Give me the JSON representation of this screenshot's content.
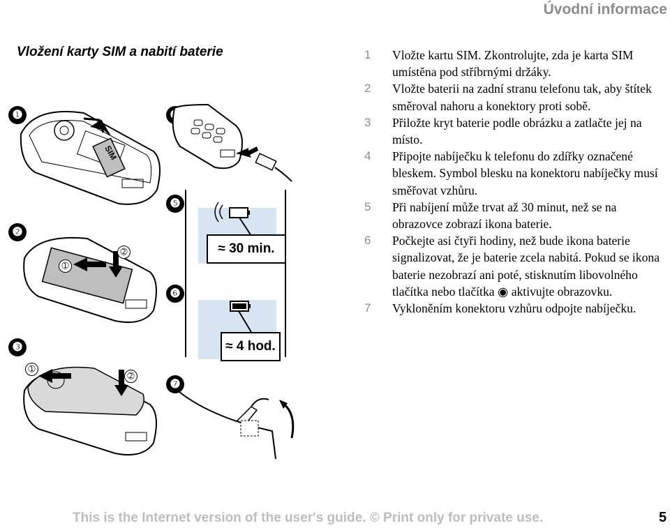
{
  "header": {
    "chapter_title": "Úvodní informace"
  },
  "section": {
    "title": "Vložení karty SIM a nabití baterie"
  },
  "steps": [
    {
      "num": "1",
      "text": "Vložte kartu SIM. Zkontrolujte, zda je karta SIM umístěna pod stříbrnými držáky."
    },
    {
      "num": "2",
      "text": "Vložte baterii na zadní stranu telefonu tak, aby štítek směroval nahoru a konektory proti sobě."
    },
    {
      "num": "3",
      "text": "Přiložte kryt baterie podle obrázku a zatlačte jej na místo."
    },
    {
      "num": "4",
      "text": "Připojte nabíječku k telefonu do zdířky označené bleskem. Symbol blesku na konektoru nabíječky musí směřovat vzhůru."
    },
    {
      "num": "5",
      "text": "Při nabíjení může trvat až 30 minut, než se na obrazovce zobrazí ikona baterie."
    },
    {
      "num": "6",
      "text": "Počkejte asi čtyři hodiny, než bude ikona baterie signalizovat, že je baterie zcela nabitá. Pokud se ikona baterie nezobrazí ani poté, stisknutím libovolného tlačítka nebo tlačítka ◉ aktivujte obrazovku."
    },
    {
      "num": "7",
      "text": "Vykloněním konektoru vzhůru odpojte nabíječku."
    }
  ],
  "figure": {
    "markers": [
      "❶",
      "❷",
      "❸",
      "❹",
      "❺",
      "❻",
      "❼"
    ],
    "substeps": [
      "➀",
      "➁"
    ],
    "sim_label": "SIM",
    "time_30": "≈ 30 min.",
    "time_4h": "≈ 4 hod."
  },
  "footer": {
    "notice": "This is the Internet version of the user's guide. © Print only for private use.",
    "page_number": "5"
  }
}
